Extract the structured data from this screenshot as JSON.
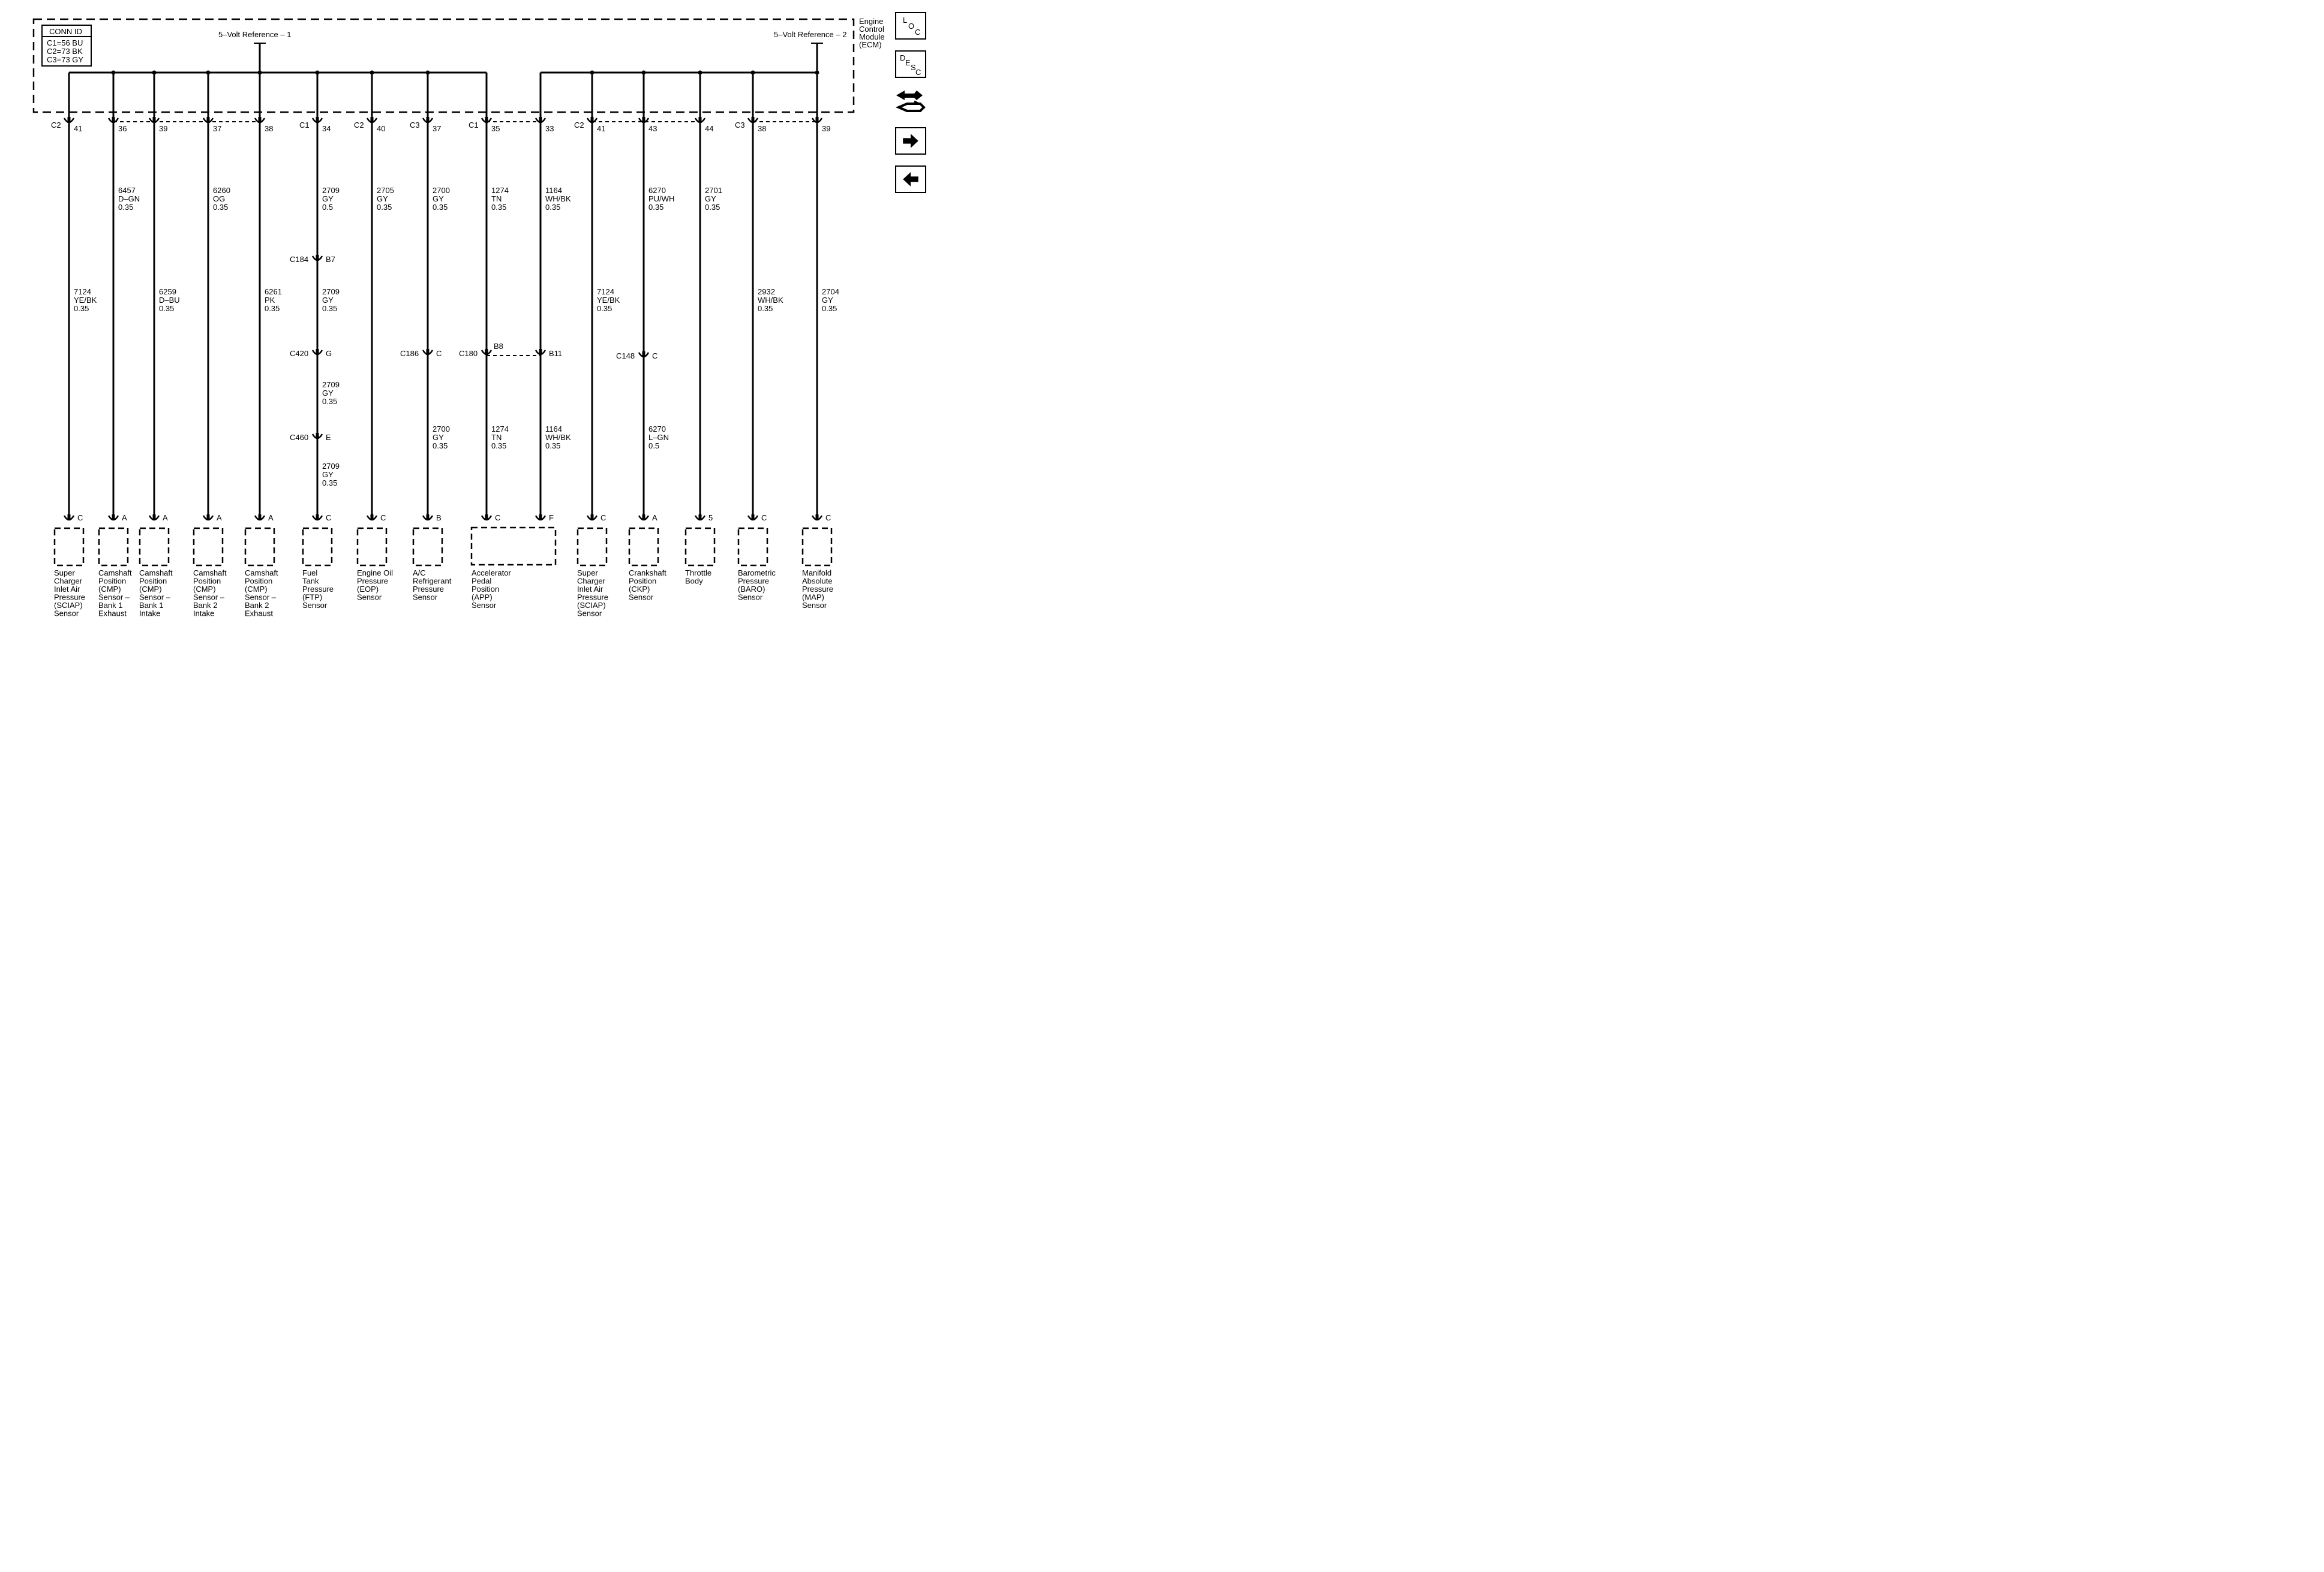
{
  "conn_id": {
    "title": "CONN ID",
    "rows": [
      "C1=56 BU",
      "C2=73 BK",
      "C3=73 GY"
    ]
  },
  "module": {
    "lines": [
      "Engine",
      "Control",
      "Module",
      "(ECM)"
    ]
  },
  "references": [
    {
      "label": "5–Volt Reference – 1"
    },
    {
      "label": "5–Volt Reference – 2"
    }
  ],
  "circuits": [
    {
      "ecm_connector": "C2",
      "ecm_pin": "41",
      "upper_wire": null,
      "lower_wire": [
        "7124",
        "YE/BK",
        "0.35"
      ],
      "inline": [],
      "sensor_pin": "C",
      "sensor_name": [
        "Super",
        "Charger",
        "Inlet Air",
        "Pressure",
        "(SCIAP)",
        "Sensor"
      ]
    },
    {
      "ecm_connector": "",
      "ecm_pin": "36",
      "upper_wire": [
        "6457",
        "D–GN",
        "0.35"
      ],
      "lower_wire": null,
      "inline": [],
      "sensor_pin": "A",
      "sensor_name": [
        "Camshaft",
        "Position",
        "(CMP)",
        "Sensor –",
        "Bank 1",
        "Exhaust"
      ]
    },
    {
      "ecm_connector": "",
      "ecm_pin": "39",
      "upper_wire": null,
      "lower_wire": [
        "6259",
        "D–BU",
        "0.35"
      ],
      "inline": [],
      "sensor_pin": "A",
      "sensor_name": [
        "Camshaft",
        "Position",
        "(CMP)",
        "Sensor –",
        "Bank 1",
        "Intake"
      ]
    },
    {
      "ecm_connector": "",
      "ecm_pin": "37",
      "upper_wire": [
        "6260",
        "OG",
        "0.35"
      ],
      "lower_wire": null,
      "inline": [],
      "sensor_pin": "A",
      "sensor_name": [
        "Camshaft",
        "Position",
        "(CMP)",
        "Sensor –",
        "Bank 2",
        "Intake"
      ]
    },
    {
      "ecm_connector": "",
      "ecm_pin": "38",
      "upper_wire": null,
      "lower_wire": [
        "6261",
        "PK",
        "0.35"
      ],
      "inline": [],
      "sensor_pin": "A",
      "sensor_name": [
        "Camshaft",
        "Position",
        "(CMP)",
        "Sensor –",
        "Bank 2",
        "Exhaust"
      ]
    },
    {
      "ecm_connector": "C1",
      "ecm_pin": "34",
      "upper_wire": [
        "2709",
        "GY",
        "0.5"
      ],
      "lower_wire": [
        "2709",
        "GY",
        "0.35"
      ],
      "inline": [
        {
          "name": "C184",
          "pin": "B7"
        },
        {
          "name": "C420",
          "pin": "G"
        },
        {
          "name": "C460",
          "pin": "E"
        }
      ],
      "between_wires": [
        [
          "2709",
          "GY",
          "0.35"
        ],
        [
          "2709",
          "GY",
          "0.35"
        ]
      ],
      "sensor_pin": "C",
      "sensor_name": [
        "Fuel",
        "Tank",
        "Pressure",
        "(FTP)",
        "Sensor"
      ]
    },
    {
      "ecm_connector": "C2",
      "ecm_pin": "40",
      "upper_wire": [
        "2705",
        "GY",
        "0.35"
      ],
      "lower_wire": null,
      "inline": [],
      "sensor_pin": "C",
      "sensor_name": [
        "Engine Oil",
        "Pressure",
        "(EOP)",
        "Sensor"
      ]
    },
    {
      "ecm_connector": "C3",
      "ecm_pin": "37",
      "upper_wire": [
        "2700",
        "GY",
        "0.35"
      ],
      "lower_wire": [
        "2700",
        "GY",
        "0.35"
      ],
      "inline": [
        {
          "name": "C186",
          "pin": "C"
        }
      ],
      "sensor_pin": "B",
      "sensor_name": [
        "A/C",
        "Refrigerant",
        "Pressure",
        "Sensor"
      ]
    },
    {
      "ecm_connector": "C1",
      "ecm_pin": "35",
      "upper_wire": [
        "1274",
        "TN",
        "0.35"
      ],
      "lower_wire": [
        "1274",
        "TN",
        "0.35"
      ],
      "inline": [
        {
          "name": "C180",
          "pin": "B8"
        }
      ],
      "sensor_pin": "C",
      "sensor_name": [
        "Accelerator",
        "Pedal",
        "Position",
        "(APP)",
        "Sensor"
      ]
    },
    {
      "ecm_connector": "",
      "ecm_pin": "33",
      "upper_wire": [
        "1164",
        "WH/BK",
        "0.35"
      ],
      "lower_wire": [
        "1164",
        "WH/BK",
        "0.35"
      ],
      "inline": [
        {
          "name": "",
          "pin": "B11"
        }
      ],
      "sensor_pin": "F",
      "sensor_name": []
    },
    {
      "ecm_connector": "C2",
      "ecm_pin": "41",
      "upper_wire": null,
      "lower_wire": [
        "7124",
        "YE/BK",
        "0.35"
      ],
      "inline": [],
      "sensor_pin": "C",
      "sensor_name": [
        "Super",
        "Charger",
        "Inlet Air",
        "Pressure",
        "(SCIAP)",
        "Sensor"
      ]
    },
    {
      "ecm_connector": "",
      "ecm_pin": "43",
      "upper_wire": [
        "6270",
        "PU/WH",
        "0.35"
      ],
      "lower_wire": [
        "6270",
        "L–GN",
        "0.5"
      ],
      "inline": [
        {
          "name": "C148",
          "pin": "C"
        }
      ],
      "sensor_pin": "A",
      "sensor_name": [
        "Crankshaft",
        "Position",
        "(CKP)",
        "Sensor"
      ]
    },
    {
      "ecm_connector": "",
      "ecm_pin": "44",
      "upper_wire": [
        "2701",
        "GY",
        "0.35"
      ],
      "lower_wire": null,
      "inline": [],
      "sensor_pin": "5",
      "sensor_name": [
        "Throttle",
        "Body"
      ]
    },
    {
      "ecm_connector": "C3",
      "ecm_pin": "38",
      "upper_wire": null,
      "lower_wire": [
        "2932",
        "WH/BK",
        "0.35"
      ],
      "inline": [],
      "sensor_pin": "C",
      "sensor_name": [
        "Barometric",
        "Pressure",
        "(BARO)",
        "Sensor"
      ]
    },
    {
      "ecm_connector": "",
      "ecm_pin": "39",
      "upper_wire": null,
      "lower_wire": [
        "2704",
        "GY",
        "0.35"
      ],
      "inline": [],
      "sensor_pin": "C",
      "sensor_name": [
        "Manifold",
        "Absolute",
        "Pressure",
        "(MAP)",
        "Sensor"
      ]
    }
  ],
  "nav": {
    "loc": [
      "L",
      "O",
      "C"
    ],
    "desc": [
      "D",
      "E",
      "S",
      "C"
    ],
    "buttons": [
      "schematic-icon",
      "next-arrow-icon",
      "previous-arrow-icon"
    ]
  }
}
